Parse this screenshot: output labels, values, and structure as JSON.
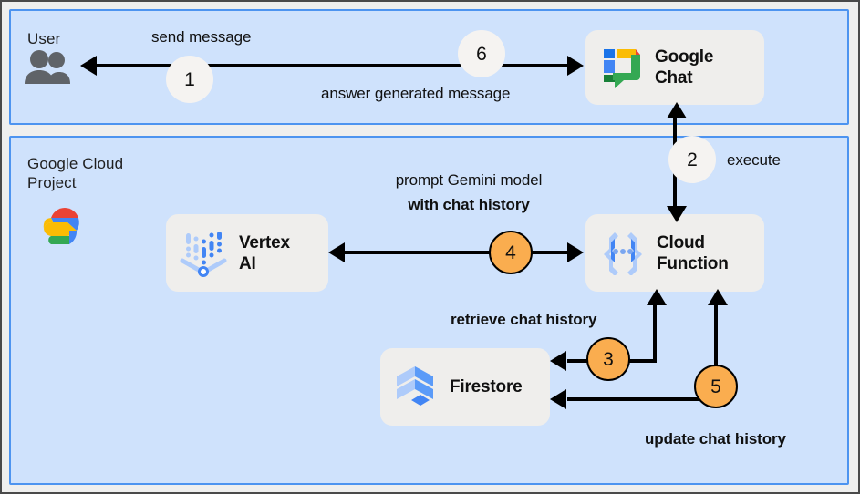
{
  "diagram": {
    "panels": [
      {
        "id": "user",
        "title": "User"
      },
      {
        "id": "gcp",
        "title": "Google Cloud\nProject"
      }
    ],
    "nodes": [
      {
        "id": "google-chat",
        "label": "Google\nChat",
        "icon": "google-chat-icon"
      },
      {
        "id": "vertex-ai",
        "label": "Vertex\nAI",
        "icon": "vertex-ai-icon"
      },
      {
        "id": "cloud-function",
        "label": "Cloud\nFunction",
        "icon": "cloud-function-icon"
      },
      {
        "id": "firestore",
        "label": "Firestore",
        "icon": "firestore-icon"
      }
    ],
    "badges": [
      {
        "id": "step-1",
        "number": "1",
        "style": "plain"
      },
      {
        "id": "step-2",
        "number": "2",
        "style": "plain"
      },
      {
        "id": "step-3",
        "number": "3",
        "style": "orange"
      },
      {
        "id": "step-4",
        "number": "4",
        "style": "orange"
      },
      {
        "id": "step-5",
        "number": "5",
        "style": "orange"
      },
      {
        "id": "step-6",
        "number": "6",
        "style": "plain"
      }
    ],
    "labels": {
      "send_message": "send message",
      "answer_generated_message": "answer generated message",
      "execute": "execute",
      "prompt_gemini_line1": "prompt Gemini model",
      "prompt_gemini_line2": "with chat history",
      "retrieve_chat_history": "retrieve chat history",
      "update_chat_history": "update chat history"
    },
    "colors": {
      "panel_fill": "#cfe2fc",
      "panel_border": "#4d94f0",
      "node_fill": "#efeeec",
      "badge_orange": "#faad4f",
      "badge_plain": "#f5f3f1",
      "canvas": "#efefee",
      "line": "#000000"
    }
  }
}
